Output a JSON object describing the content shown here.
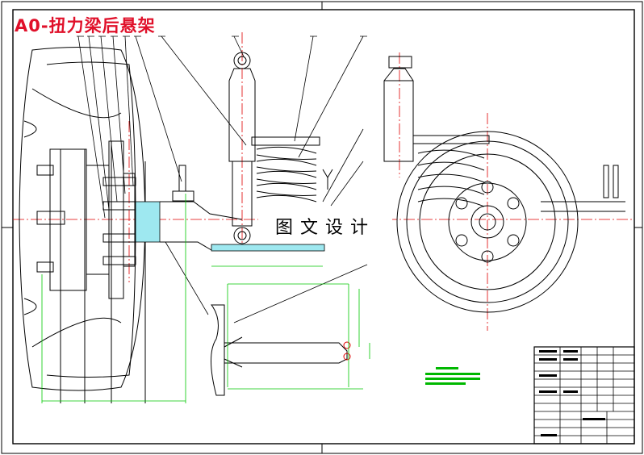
{
  "title": "A0-扭力梁后悬架",
  "watermark": "图文设计",
  "colors": {
    "outline": "#000000",
    "dimension": "#00c800",
    "centerline": "#e00000",
    "title": "#e0102a",
    "hatch": "#00c8d0",
    "note": "#00b800"
  },
  "views": [
    "side-view-wheel-hub",
    "front-view-shock-spring",
    "end-view-wheel-spring",
    "trailing-arm-detail"
  ]
}
